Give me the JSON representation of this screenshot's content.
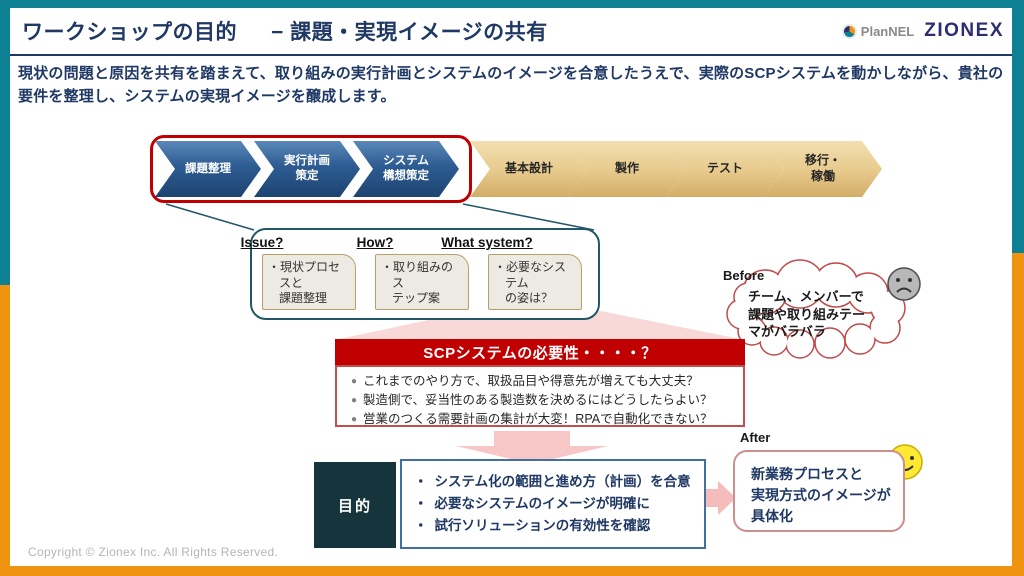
{
  "colors": {
    "frame_teal": "#0d8094",
    "frame_orange": "#f0930f",
    "title_navy": "#1f3864",
    "banner_red": "#c00000",
    "scp_box_border": "#c0504d",
    "blue_arrow": "#2d5c92",
    "tan_arrow": "#e7c98c",
    "pink_accent": "#f7c9c9",
    "purpose_dark": "#16343c",
    "purpose_border": "#41719c"
  },
  "header": {
    "title": "ワークショップの目的",
    "subtitle": "− 課題・実現イメージの共有",
    "logo_plannel": "PlanNEL",
    "logo_zionex": "ZIONEX"
  },
  "intro": "現状の問題と原因を共有を踏まえて、取り組みの実行計画とシステムのイメージを合意したうえで、実際のSCPシステムを動かしながら、貴社の要件を整理し、システムの実現イメージを醸成します。",
  "process": {
    "blue_steps": [
      {
        "l1": "課題整理",
        "l2": ""
      },
      {
        "l1": "実行計画",
        "l2": "策定"
      },
      {
        "l1": "システム",
        "l2": "構想策定"
      }
    ],
    "tan_steps": [
      {
        "l1": "基本設計",
        "l2": ""
      },
      {
        "l1": "製作",
        "l2": ""
      },
      {
        "l1": "テスト",
        "l2": ""
      },
      {
        "l1": "移行・",
        "l2": "稼働"
      }
    ]
  },
  "questions": {
    "columns": [
      {
        "header": "Issue?",
        "body": "・現状プロセスと\n課題整理"
      },
      {
        "header": "How?",
        "body": "・取り組みのス\nテップ案"
      },
      {
        "header": "What system?",
        "body": "・必要なシステム\nの姿は？"
      }
    ]
  },
  "before": {
    "label": "Before",
    "text": "チーム、メンバーで\n課題や取り組みテー\nマがバラバラ"
  },
  "scp": {
    "banner": "SCPシステムの必要性・・・・？",
    "bullet_glyph": "●",
    "bullets": [
      "これまでのやり方で、取扱品目や得意先が増えても大丈夫？",
      "製造側で、妥当性のある製造数を決めるにはどうしたらよい？",
      "営業のつくる需要計画の集計が大変！RPAで自動化できない？"
    ]
  },
  "purpose": {
    "label": "目的",
    "bullet_glyph": "・",
    "bullets": [
      "システム化の範囲と進め方（計画）を合意",
      "必要なシステムのイメージが明確に",
      "試行ソリューションの有効性を確認"
    ]
  },
  "after": {
    "label": "After",
    "text": "新業務プロセスと\n実現方式のイメージが\n具体化"
  },
  "footer": "Copyright © Zionex Inc. All Rights Reserved."
}
